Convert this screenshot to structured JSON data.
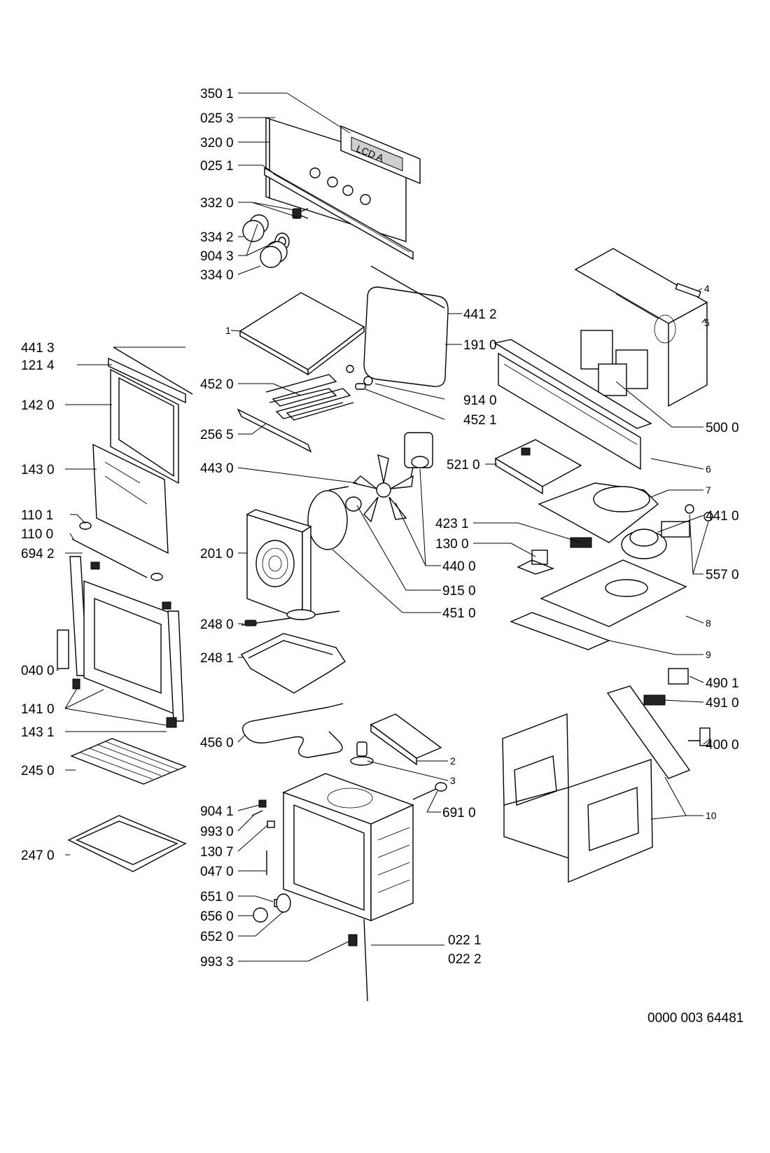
{
  "diagram": {
    "drawing_number": "0000 003 64481",
    "labels": [
      {
        "key": "p3501",
        "text": "350 1"
      },
      {
        "key": "p0253",
        "text": "025 3"
      },
      {
        "key": "p3200",
        "text": "320 0"
      },
      {
        "key": "p0251",
        "text": "025 1"
      },
      {
        "key": "p3320",
        "text": "332 0"
      },
      {
        "key": "p3342",
        "text": "334 2"
      },
      {
        "key": "p9043",
        "text": "904 3"
      },
      {
        "key": "p3340",
        "text": "334 0"
      },
      {
        "key": "p4412",
        "text": "441 2"
      },
      {
        "key": "p1910",
        "text": "191 0"
      },
      {
        "key": "p4413",
        "text": "441 3"
      },
      {
        "key": "p1214",
        "text": "121 4"
      },
      {
        "key": "p1420",
        "text": "142 0"
      },
      {
        "key": "p4520",
        "text": "452 0"
      },
      {
        "key": "p9140",
        "text": "914 0"
      },
      {
        "key": "p4521",
        "text": "452 1"
      },
      {
        "key": "p2565",
        "text": "256 5"
      },
      {
        "key": "p1430",
        "text": "143 0"
      },
      {
        "key": "p4430",
        "text": "443 0"
      },
      {
        "key": "p5210",
        "text": "521 0"
      },
      {
        "key": "p1101",
        "text": "110 1"
      },
      {
        "key": "p1100",
        "text": "110 0"
      },
      {
        "key": "p6942",
        "text": "694 2"
      },
      {
        "key": "p2010",
        "text": "201 0"
      },
      {
        "key": "p4231",
        "text": "423 1"
      },
      {
        "key": "p1300",
        "text": "130 0"
      },
      {
        "key": "p4400",
        "text": "440 0"
      },
      {
        "key": "p9150",
        "text": "915 0"
      },
      {
        "key": "p4510",
        "text": "451 0"
      },
      {
        "key": "p2480",
        "text": "248 0"
      },
      {
        "key": "p2481",
        "text": "248 1"
      },
      {
        "key": "p0400",
        "text": "040 0"
      },
      {
        "key": "p1410",
        "text": "141 0"
      },
      {
        "key": "p1431",
        "text": "143 1"
      },
      {
        "key": "p4560",
        "text": "456 0"
      },
      {
        "key": "p2450",
        "text": "245 0"
      },
      {
        "key": "p9041",
        "text": "904 1"
      },
      {
        "key": "p9930",
        "text": "993 0"
      },
      {
        "key": "p1307",
        "text": "130 7"
      },
      {
        "key": "p2470",
        "text": "247 0"
      },
      {
        "key": "p0470",
        "text": "047 0"
      },
      {
        "key": "p6510",
        "text": "651 0"
      },
      {
        "key": "p6560",
        "text": "656 0"
      },
      {
        "key": "p6520",
        "text": "652 0"
      },
      {
        "key": "p9933",
        "text": "993 3"
      },
      {
        "key": "p0221",
        "text": "022 1"
      },
      {
        "key": "p0222",
        "text": "022 2"
      },
      {
        "key": "p6910",
        "text": "691 0"
      },
      {
        "key": "p5000",
        "text": "500 0"
      },
      {
        "key": "p4410",
        "text": "441 0"
      },
      {
        "key": "p5570",
        "text": "557 0"
      },
      {
        "key": "p4901",
        "text": "490 1"
      },
      {
        "key": "p4910",
        "text": "491 0"
      },
      {
        "key": "p4000",
        "text": "400 0"
      }
    ],
    "small_labels": [
      {
        "key": "n1",
        "text": "1"
      },
      {
        "key": "n2",
        "text": "2"
      },
      {
        "key": "n3",
        "text": "3"
      },
      {
        "key": "n4",
        "text": "4"
      },
      {
        "key": "n5",
        "text": "5"
      },
      {
        "key": "n6",
        "text": "6"
      },
      {
        "key": "n7",
        "text": "7"
      },
      {
        "key": "n8",
        "text": "8"
      },
      {
        "key": "n9",
        "text": "9"
      },
      {
        "key": "n10",
        "text": "10"
      }
    ],
    "display_text": "LCD A"
  }
}
